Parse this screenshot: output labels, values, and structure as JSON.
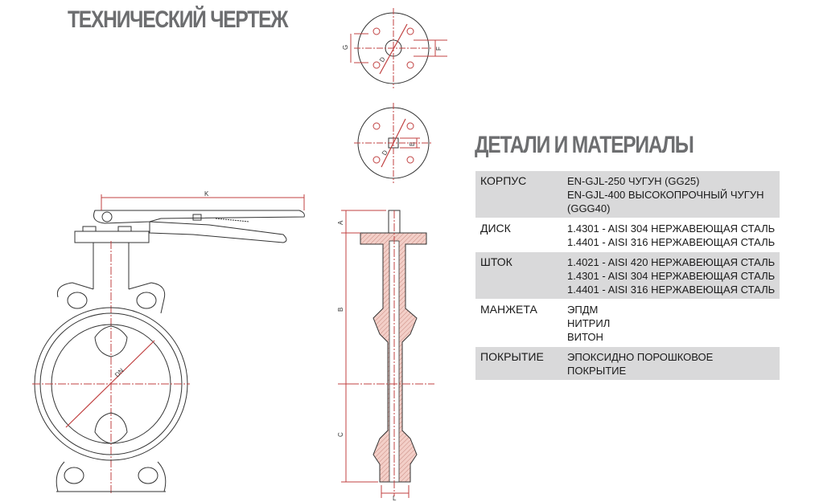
{
  "heading_drawing": "ТЕХНИЧЕСКИЙ ЧЕРТЕЖ",
  "heading_materials": "ДЕТАЛИ И МАТЕРИАЛЫ",
  "dimension_labels": {
    "k": "K",
    "dn": "DN",
    "a": "A",
    "b": "B",
    "c": "C",
    "l": "L",
    "g": "G",
    "d_top": "D",
    "f": "F",
    "d_bottom": "D",
    "e": "E"
  },
  "materials": [
    {
      "part": "КОРПУС",
      "lines": [
        "EN-GJL-250 ЧУГУН (GG25)",
        "EN-GJL-400 ВЫСОКОПРОЧНЫЙ ЧУГУН",
        "(GGG40)"
      ]
    },
    {
      "part": "ДИСК",
      "lines": [
        "1.4301 - AISI 304 НЕРЖАВЕЮЩАЯ СТАЛЬ",
        "1.4401 - AISI 316 НЕРЖАВЕЮЩАЯ СТАЛЬ"
      ]
    },
    {
      "part": "ШТОК",
      "lines": [
        "1.4021 - AISI 420 НЕРЖАВЕЮЩАЯ СТАЛЬ",
        "1.4301 - AISI 304 НЕРЖАВЕЮЩАЯ СТАЛЬ",
        "1.4401 - AISI 316 НЕРЖАВЕЮЩАЯ СТАЛЬ"
      ]
    },
    {
      "part": "МАНЖЕТА",
      "lines": [
        "ЭПДМ",
        "НИТРИЛ",
        "ВИТОН"
      ]
    },
    {
      "part": "ПОКРЫТИЕ",
      "lines": [
        "ЭПОКСИДНО ПОРОШКОВОЕ",
        "ПОКРЫТИЕ"
      ]
    }
  ],
  "colors": {
    "heading": "#6d6e70",
    "row_shade": "#d9d9da",
    "dimension": "#b03030",
    "section_fill": "#f0c8c0"
  }
}
